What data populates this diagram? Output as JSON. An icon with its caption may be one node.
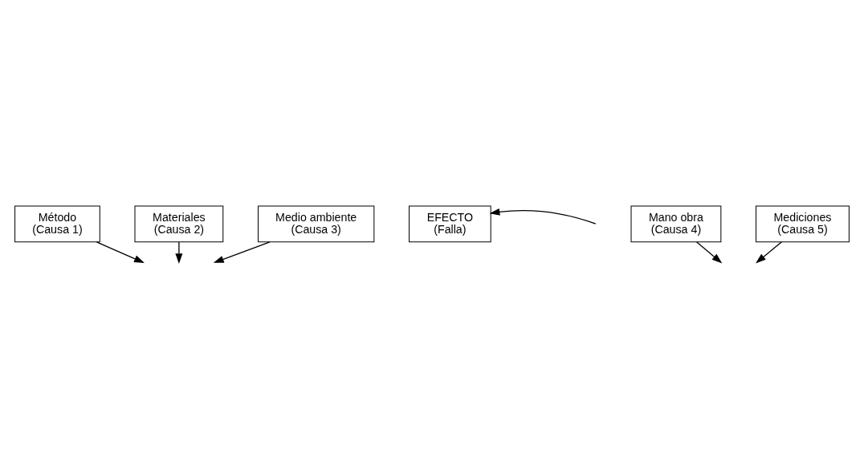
{
  "diagram": {
    "nodes": [
      {
        "text": [
          "Método",
          "(Causa 1)"
        ]
      },
      {
        "text": [
          "Materiales",
          "(Causa 2)"
        ]
      },
      {
        "text": [
          "Medio ambiente",
          "(Causa 3)"
        ]
      },
      {
        "text": [
          "EFECTO",
          "(Falla)"
        ]
      },
      {
        "text": [
          "Mano obra",
          "(Causa 4)"
        ]
      },
      {
        "text": [
          "Mediciones",
          "(Causa 5)"
        ]
      }
    ],
    "edges": [
      {
        "from": 0,
        "to": null,
        "arrow": "to"
      },
      {
        "from": 1,
        "to": null,
        "arrow": "to"
      },
      {
        "from": 2,
        "to": null,
        "arrow": "to"
      },
      {
        "from": null,
        "to": 3,
        "arrow": "to"
      },
      {
        "from": 4,
        "to": null,
        "arrow": "to"
      },
      {
        "from": 5,
        "to": null,
        "arrow": "to"
      }
    ]
  }
}
